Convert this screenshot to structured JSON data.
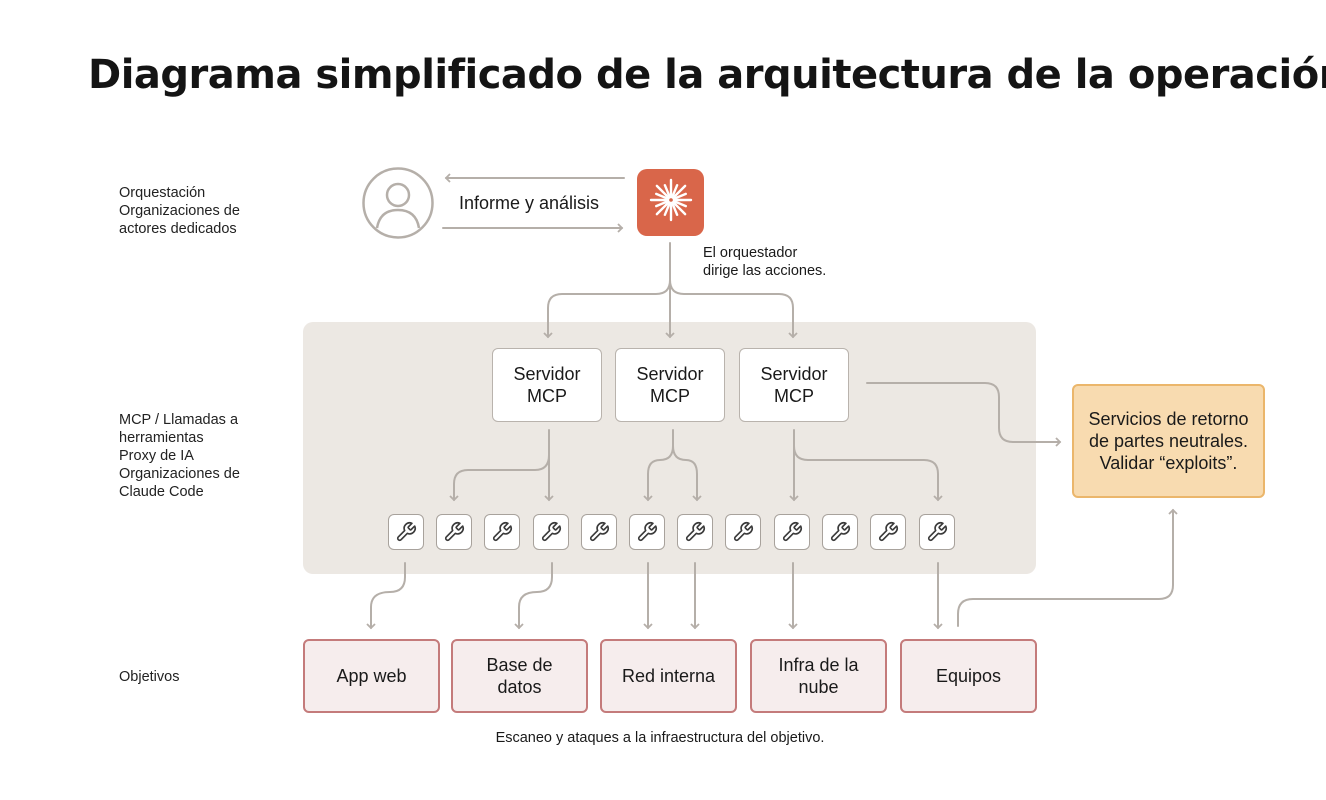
{
  "title": "Diagrama simplificado de la arquitectura de la operación",
  "side_labels": {
    "orchestration": "Orquestación\nOrganizaciones de\nactores dedicados",
    "mcp": "MCP / Llamadas a\nherramientas\nProxy de IA\nOrganizaciones de\nClaude Code",
    "targets": "Objetivos"
  },
  "top": {
    "report_label": "Informe y análisis",
    "orchestrator_note": "El orquestador\ndirige las acciones.",
    "icons": {
      "user": "user-icon",
      "orchestrator": "sunburst-icon"
    }
  },
  "mcp_servers": [
    {
      "label": "Servidor\nMCP"
    },
    {
      "label": "Servidor\nMCP"
    },
    {
      "label": "Servidor\nMCP"
    }
  ],
  "tools": [
    "wrench-icon",
    "wrench-icon",
    "wrench-icon",
    "wrench-icon",
    "wrench-icon",
    "wrench-icon",
    "wrench-icon",
    "wrench-icon",
    "wrench-icon",
    "wrench-icon",
    "wrench-icon",
    "wrench-icon"
  ],
  "targets": [
    {
      "label": "App web"
    },
    {
      "label": "Base de\ndatos"
    },
    {
      "label": "Red interna"
    },
    {
      "label": "Infra de la\nnube"
    },
    {
      "label": "Equipos"
    }
  ],
  "services": "Servicios de retorno\nde partes neutrales.\nValidar “exploits”.",
  "footer": "Escaneo y ataques a la infraestructura del objetivo.",
  "colors": {
    "orchestrator": "#d9664a",
    "panel": "#ece8e3",
    "target_border": "#c47b7b",
    "target_fill": "#f6eded",
    "services_fill": "#f8dbb0",
    "services_border": "#ebb66b",
    "connector": "#b5afa9"
  }
}
